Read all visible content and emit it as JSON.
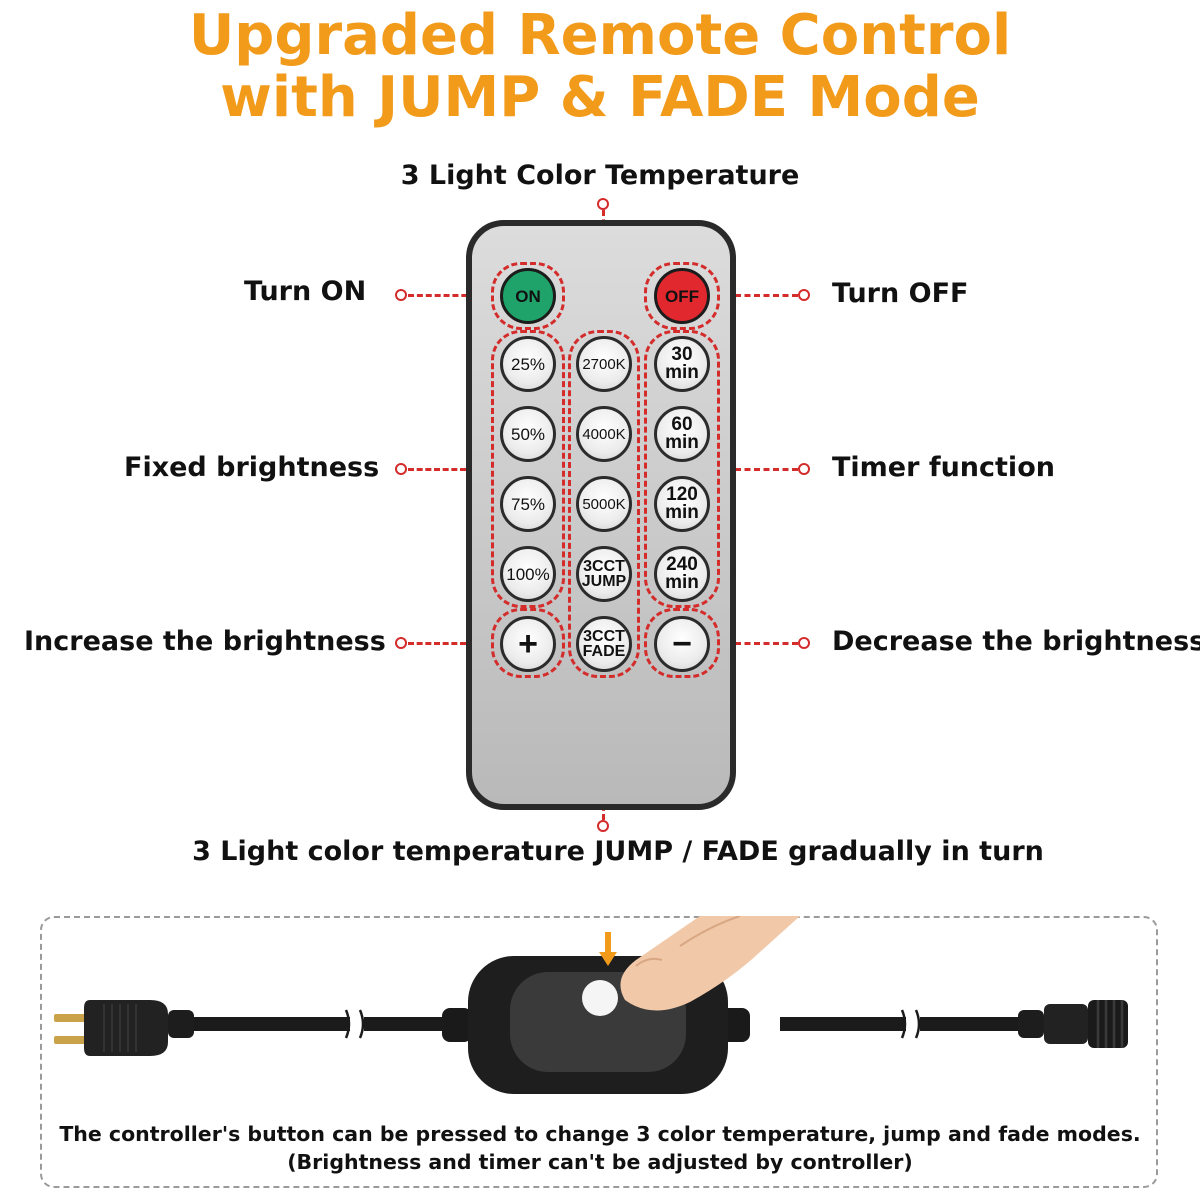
{
  "title": {
    "line1": "Upgraded Remote Control",
    "line2": "with JUMP & FADE Mode"
  },
  "labels": {
    "top": "3 Light Color Temperature",
    "turn_on": "Turn ON",
    "turn_off": "Turn OFF",
    "fixed_brightness": "Fixed brightness",
    "timer_function": "Timer function",
    "increase": "Increase the brightness",
    "decrease": "Decrease the brightness",
    "bottom": "3 Light color temperature JUMP / FADE gradually in turn"
  },
  "remote": {
    "on": "ON",
    "off": "OFF",
    "brightness": [
      "25%",
      "50%",
      "75%",
      "100%"
    ],
    "cct": [
      "2700K",
      "4000K",
      "5000K"
    ],
    "jump": {
      "l1": "3CCT",
      "l2": "JUMP"
    },
    "fade": {
      "l1": "3CCT",
      "l2": "FADE"
    },
    "timers": [
      {
        "n": "30",
        "u": "min"
      },
      {
        "n": "60",
        "u": "min"
      },
      {
        "n": "120",
        "u": "min"
      },
      {
        "n": "240",
        "u": "min"
      }
    ],
    "plus": "+",
    "minus": "−"
  },
  "controller": {
    "caption1": "The controller's button can be pressed to change 3 color temperature, jump and fade modes.",
    "caption2": "(Brightness and timer can't be adjusted by controller)"
  },
  "colors": {
    "title": "#f29a1a",
    "accent_dashes": "#d42b2b",
    "on_button": "#1fa36b",
    "off_button": "#e0282e"
  }
}
